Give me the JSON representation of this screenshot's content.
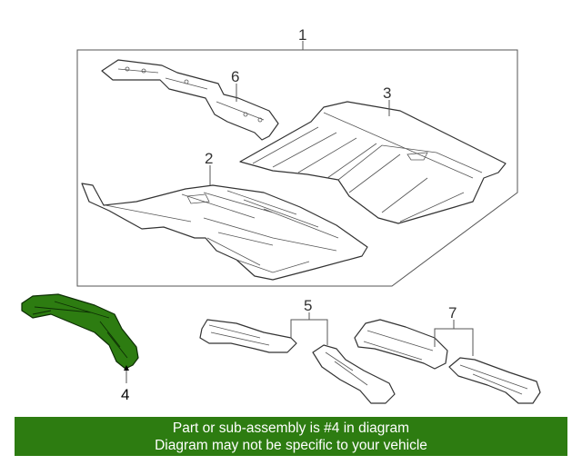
{
  "callouts": {
    "c1": "1",
    "c2": "2",
    "c3": "3",
    "c4": "4",
    "c5": "5",
    "c6": "6",
    "c7": "7"
  },
  "banner": {
    "line1": "Part or sub-assembly is #4 in diagram",
    "line2": "Diagram may not be specific to your vehicle"
  },
  "colors": {
    "highlight_part": "#2d7c11",
    "banner_bg": "#2d7c11",
    "banner_text": "#ffffff"
  }
}
